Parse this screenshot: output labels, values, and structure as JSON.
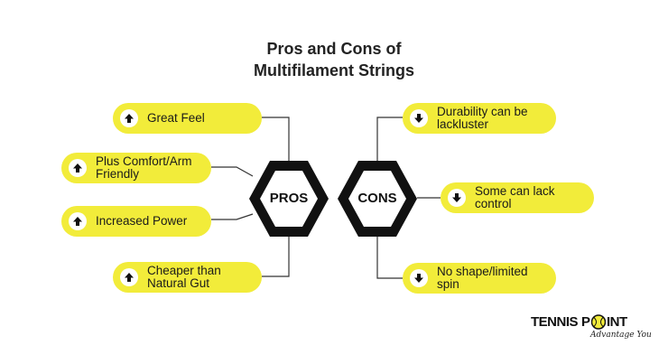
{
  "title_line1": "Pros and Cons of",
  "title_line2": "Multifilament Strings",
  "pros": {
    "label": "PROS",
    "items": [
      {
        "line1": "Great Feel",
        "line2": ""
      },
      {
        "line1": "Plus Comfort/Arm",
        "line2": "Friendly"
      },
      {
        "line1": "Increased Power",
        "line2": ""
      },
      {
        "line1": "Cheaper than",
        "line2": "Natural Gut"
      }
    ]
  },
  "cons": {
    "label": "CONS",
    "items": [
      {
        "line1": "Durability can be",
        "line2": "lackluster"
      },
      {
        "line1": "Some can lack",
        "line2": "control"
      },
      {
        "line1": "No shape/limited",
        "line2": "spin"
      }
    ]
  },
  "logo": {
    "word1": "TENNIS",
    "word2": "P",
    "word3": "INT",
    "tagline": "Advantage You"
  },
  "colors": {
    "pill": "#f2ec3a",
    "hex_outer": "#111111",
    "hex_inner": "#ffffff",
    "connector": "#333333"
  },
  "icons": {
    "pros": "arrow-up-icon",
    "cons": "arrow-down-icon"
  }
}
